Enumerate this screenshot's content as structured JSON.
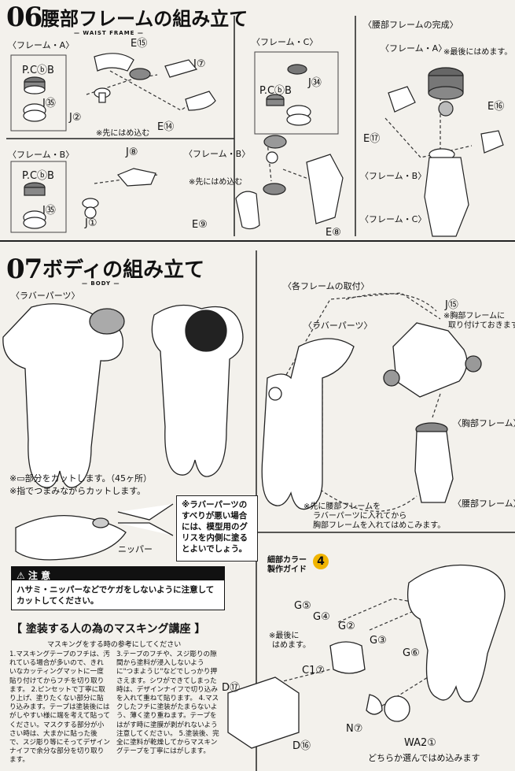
{
  "section06": {
    "number": "06",
    "title": "腰部フレームの組み立て",
    "subtitle": "— WAIST FRAME —",
    "frameA_label": "〈フレーム・A〉",
    "frameB_label": "〈フレーム・B〉",
    "frameC_label": "〈フレーム・C〉",
    "complete_label": "〈腰部フレームの完成〉",
    "parts": {
      "pcb_a": "P.CⓑB",
      "j35_a": "J㉟",
      "j2": "J②",
      "e15": "E⑮",
      "j7": "J⑦",
      "e14": "E⑭",
      "note_first_a": "※先にはめ込む",
      "pcb_b": "P.CⓑB",
      "j8": "J⑧",
      "j35_b": "J㉟",
      "j1": "J①",
      "pcb_c": "P.CⓑB",
      "j34": "J㉞",
      "frameB_inner": "〈フレーム・B〉",
      "note_first_b": "※先にはめ込む",
      "e9": "E⑨",
      "e8": "E⑧",
      "complete_frameA": "〈フレーム・A〉",
      "last_fit": "※最後にはめます。",
      "e16": "E⑯",
      "e17": "E⑰",
      "complete_frameB": "〈フレーム・B〉",
      "complete_frameC": "〈フレーム・C〉"
    }
  },
  "section07": {
    "number": "07",
    "title": "ボディの組み立て",
    "subtitle": "— BODY —",
    "rubber_label": "〈ラバーパーツ〉",
    "cut_note": "※▭部分をカットします。（45ヶ所）",
    "pinch_note": "※指でつまみながらカットします。",
    "nipper": "ニッパー",
    "grease_note": "※ラバーパーツのすべりが悪い場合には、模型用のグリスを内側に塗るとよいでしょう。",
    "frames_attach_label": "〈各フレームの取付〉",
    "j15": "J⑮",
    "j15_note_1": "※胸部フレームに",
    "j15_note_2": "取り付けておきます。",
    "rubber_parts_inner": "〈ラバーパーツ〉",
    "chest_frame": "〈胸部フレーム〉",
    "waist_frame": "〈腰部フレーム〉",
    "first_note_1": "※先に腰部フレームを",
    "first_note_2": "ラバーパーツに入れてから",
    "first_note_3": "胸部フレームを入れてはめこみます。"
  },
  "warning": {
    "head": "⚠ 注 意",
    "body_1": "ハサミ・ニッパーなどでケガをしないように注意して",
    "body_2": "カットしてください。"
  },
  "masking": {
    "title": "【 塗装する人の為のマスキング講座 】",
    "subtitle": "マスキングをする時の参考にしてください",
    "col1": "1.マスキングテープのフチは、汚れている場合が多いので、きれいなカッティングマットに一度貼り付けてからフチを切り取ります。 2.ピンセットで丁寧に取り上げ、塗りたくない部分に貼り込みます。テープは塗装後にはがしやすい様に端を考えて貼ってください。マスクする部分が小さい時は、大まかに貼った後で、スジ彫り等にそってデザインナイフで余分な部分を切り取ります。",
    "col2": "3.テープのフチや、スジ彫りの隙間から塗料が浸入しないように\"つまようじ\"などでしっかり押さえます。シワができてしまった時は、デザインナイフで切り込みを入れて重ねて貼ります。 4.マスクしたフチに塗装がたまらないよう、薄く塗り重ねます。テープをはがす時に塗膜が剥がれないよう注意してください。 5.塗装後、完全に塗料が乾燥してからマスキングテープを丁寧にはがします。"
  },
  "detail": {
    "label_1": "細部カラー",
    "label_2": "製作ガイド",
    "badge": "4",
    "g5": "G⑤",
    "g4": "G④",
    "g2": "G②",
    "g3": "G③",
    "g6": "G⑥",
    "last_1": "※最後に",
    "last_2": "はめます。",
    "c17": "C1⑦",
    "d17": "D⑰",
    "d16": "D⑯",
    "n7": "N⑦",
    "wa2": "WA2①",
    "either": "どちらか選んではめ込みます"
  }
}
